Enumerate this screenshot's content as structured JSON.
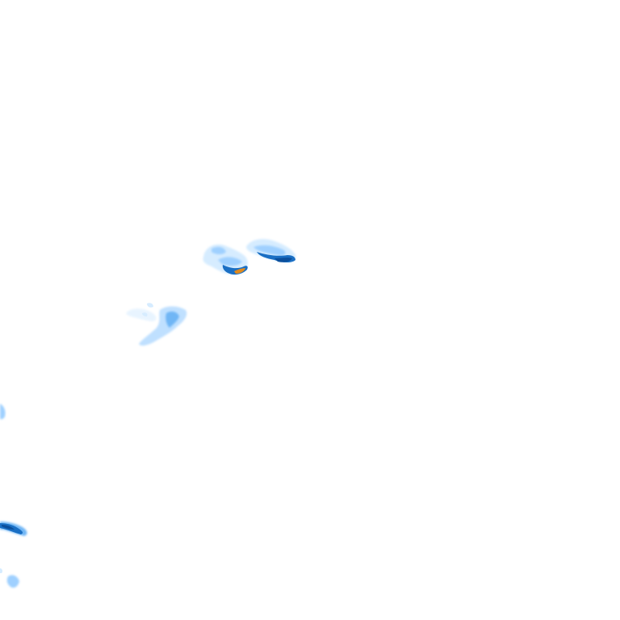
{
  "map": {
    "type": "weather-radar-precipitation-overlay",
    "background_color": "#ffffff",
    "legend_colors": {
      "very_light": "#d6ecff",
      "light": "#9fd0ff",
      "moderate": "#4aa3f0",
      "heavy": "#1a6fc4",
      "very_heavy": "#0b4f9c",
      "intense": "#e08a1e"
    },
    "echoes": [
      {
        "name": "cell-north-west",
        "intensity": "heavy",
        "peak": "intense"
      },
      {
        "name": "cell-north-east",
        "intensity": "heavy",
        "peak": "very_heavy"
      },
      {
        "name": "cell-central-west",
        "intensity": "light",
        "peak": "moderate"
      },
      {
        "name": "cell-west-edge",
        "intensity": "light",
        "peak": "light"
      },
      {
        "name": "cell-south-west-band",
        "intensity": "heavy",
        "peak": "very_heavy"
      },
      {
        "name": "cell-south-west-small",
        "intensity": "light",
        "peak": "moderate"
      }
    ]
  }
}
